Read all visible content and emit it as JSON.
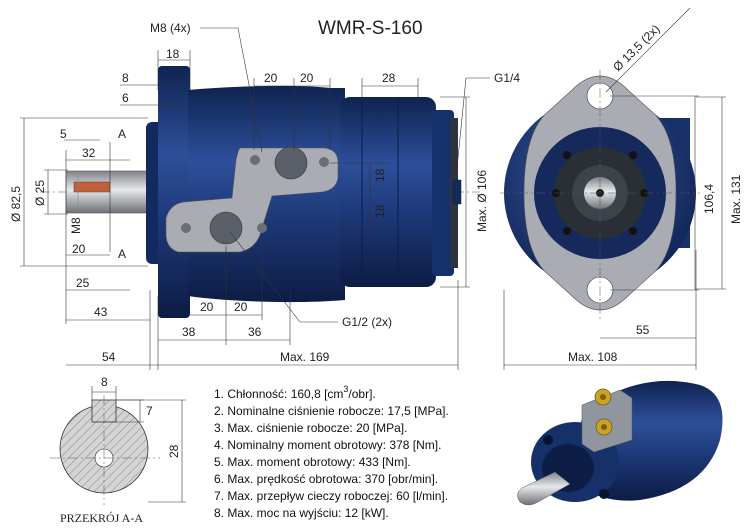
{
  "title": "WMR-S-160",
  "front_view": {
    "callouts": {
      "bolts": "M8 (4x)",
      "port_top": "G1/4",
      "ports_side": "G1/2 (2x)",
      "shaft_thread": "M8",
      "section_mark": "A"
    },
    "dims": {
      "flange_width": "18",
      "flange_8": "8",
      "flange_6": "6",
      "port_spacing_a": "20",
      "port_spacing_b": "20",
      "pack_28": "28",
      "key_5": "5",
      "key_32": "32",
      "dia_82_5": "Ø 82,5",
      "dia_25": "Ø 25",
      "shaft_20": "20",
      "shaft_25": "25",
      "shaft_43": "43",
      "port_18_upper": "18",
      "port_18_lower": "18",
      "max_dia_106": "Max. Ø 106",
      "bottom_20_a": "20",
      "bottom_20_b": "20",
      "bottom_38": "38",
      "bottom_36": "36",
      "total_54": "54",
      "max_169": "Max.  169"
    }
  },
  "side_view": {
    "dims": {
      "hole_dia": "Ø 13,5  (2x)",
      "height_106_4": "106,4",
      "max_131": "Max.  131",
      "offset_55": "55",
      "max_108": "Max.  108"
    }
  },
  "section": {
    "caption": "PRZEKRÓJ A-A",
    "key_width": "8",
    "key_depth": "7",
    "height": "28"
  },
  "specs": [
    {
      "text": "1. Chłonność: 160,8 [cm",
      "sup": "3",
      "tail": "/obr]."
    },
    {
      "text": "2. Nominalne ciśnienie robocze: 17,5 [MPa]."
    },
    {
      "text": "3. Max. ciśnienie robocze: 20 [MPa]."
    },
    {
      "text": "4. Nominalny moment obrotowy: 378 [Nm]."
    },
    {
      "text": "5. Max. moment obrotowy: 433 [Nm]."
    },
    {
      "text": "6. Max. prędkość obrotowa: 370 [obr/min]."
    },
    {
      "text": "7. Max. przepływ cieczy roboczej: 60 [l/min]."
    },
    {
      "text": "8. Max. moc na wyjściu: 12 [kW]."
    }
  ],
  "colors": {
    "body": "#1f3a7a",
    "body_dark": "#142a5c",
    "plate": "#a9adb3",
    "brass": "#c9a227"
  }
}
